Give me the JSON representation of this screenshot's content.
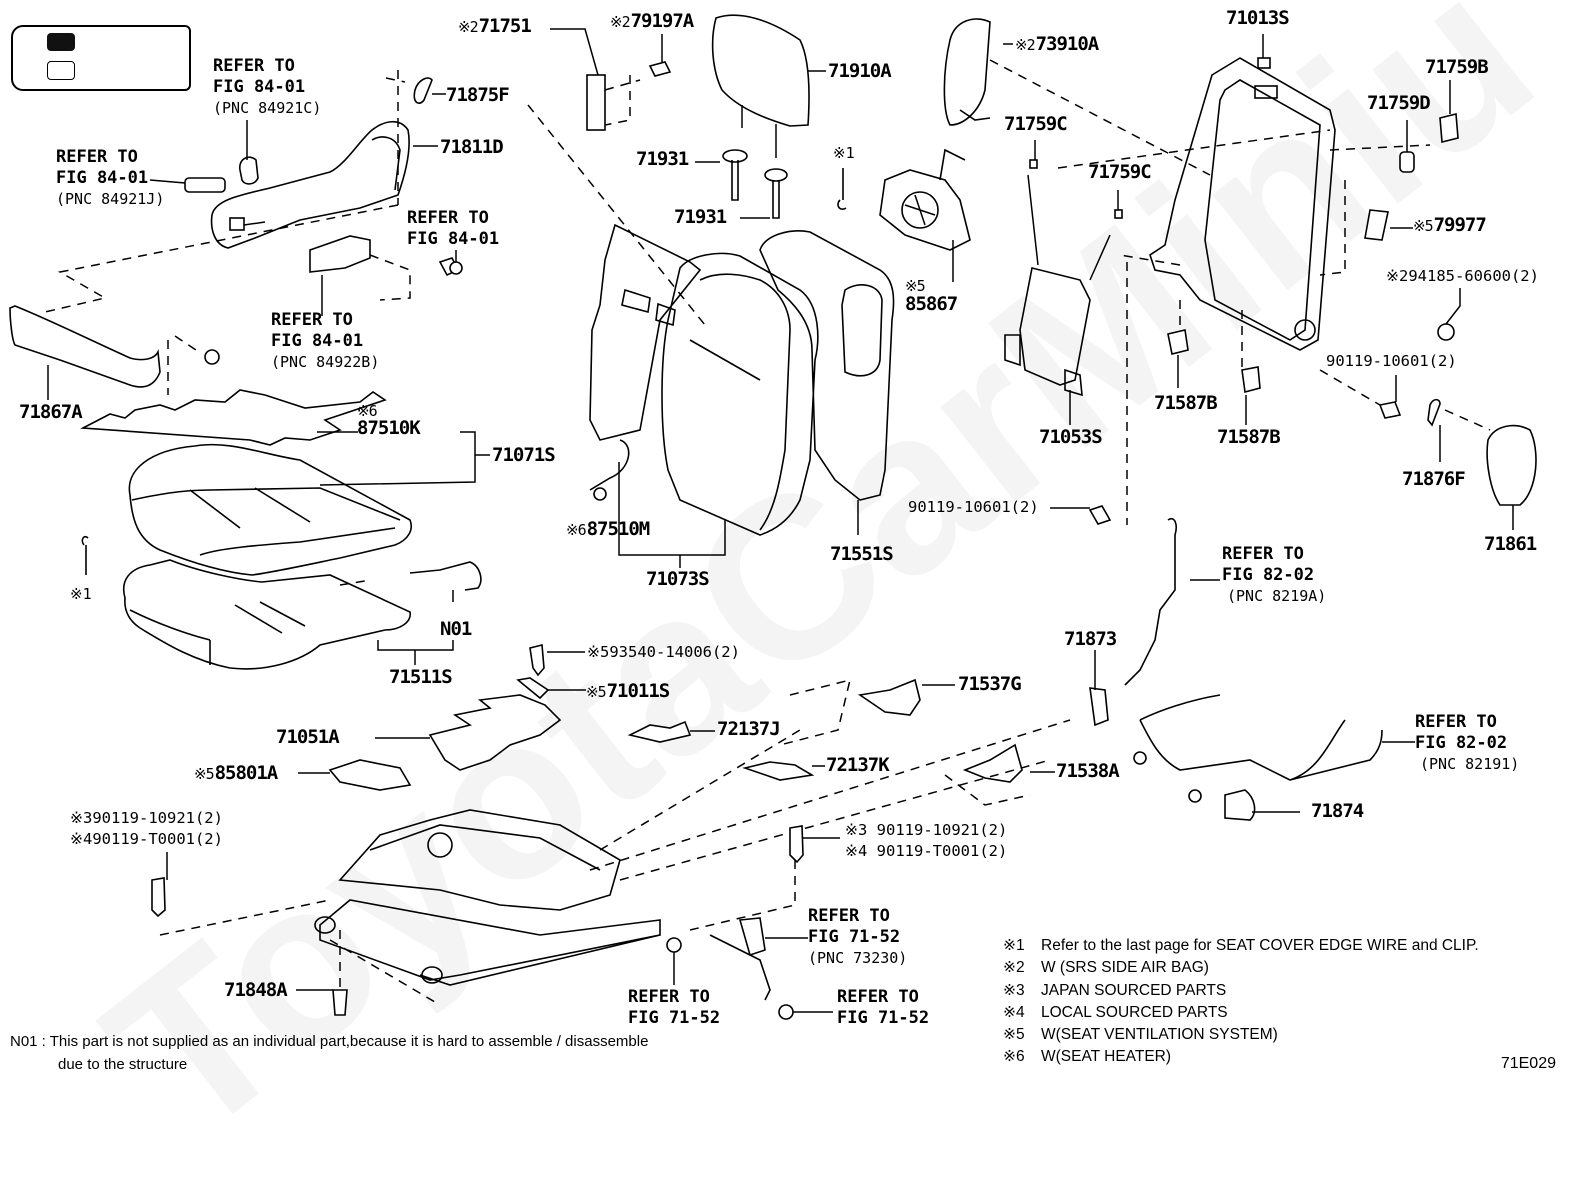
{
  "figure": {
    "code": "71E029",
    "watermark": "ToyotaCarMiniu",
    "legend_box": {
      "filled_key": "filled",
      "empty_key": "empty"
    }
  },
  "parts": {
    "p71751": {
      "mark": "※2",
      "code": "71751"
    },
    "p79197A": {
      "mark": "※2",
      "code": "79197A"
    },
    "p71910A": {
      "code": "71910A"
    },
    "p73910A": {
      "mark": "※2",
      "code": "73910A"
    },
    "p71013S": {
      "code": "71013S"
    },
    "p71759B": {
      "code": "71759B"
    },
    "p71759D": {
      "code": "71759D"
    },
    "p71875F": {
      "code": "71875F"
    },
    "p71811D": {
      "code": "71811D"
    },
    "p71931a": {
      "code": "71931"
    },
    "p71931b": {
      "code": "71931"
    },
    "p71759C_a": {
      "code": "71759C"
    },
    "p71759C_b": {
      "code": "71759C"
    },
    "p_mark1_top": {
      "mark": "※1"
    },
    "p85867": {
      "mark": "※5",
      "code": "85867"
    },
    "p79977": {
      "mark": "※5",
      "code": "79977"
    },
    "p94185": {
      "mark": "※2",
      "code": "94185-60600(2)"
    },
    "p90119_10601_a": {
      "code": "90119-10601(2)"
    },
    "p90119_10601_b": {
      "code": "90119-10601(2)"
    },
    "p71587B_a": {
      "code": "71587B"
    },
    "p71587B_b": {
      "code": "71587B"
    },
    "p71053S": {
      "code": "71053S"
    },
    "p71876F": {
      "code": "71876F"
    },
    "p71861": {
      "code": "71861"
    },
    "p71867A": {
      "code": "71867A"
    },
    "p87510K": {
      "mark": "※6",
      "code": "87510K"
    },
    "p71071S": {
      "code": "71071S"
    },
    "p87510M": {
      "mark": "※6",
      "code": "87510M"
    },
    "p71073S": {
      "code": "71073S"
    },
    "p71551S": {
      "code": "71551S"
    },
    "p_mark1_left": {
      "mark": "※1"
    },
    "pN01": {
      "code": "N01"
    },
    "p71511S": {
      "code": "71511S"
    },
    "p93540": {
      "mark": "※5",
      "code": "93540-14006(2)"
    },
    "p71011S": {
      "mark": "※5",
      "code": "71011S"
    },
    "p71051A": {
      "code": "71051A"
    },
    "p72137J": {
      "code": "72137J"
    },
    "p72137K": {
      "code": "72137K"
    },
    "p85801A": {
      "mark": "※5",
      "code": "85801A"
    },
    "p71537G": {
      "code": "71537G"
    },
    "p71538A": {
      "code": "71538A"
    },
    "p71873": {
      "code": "71873"
    },
    "p71874": {
      "code": "71874"
    },
    "p_bolt_left": {
      "line1_mark": "※3",
      "line1": "90119-10921(2)",
      "line2_mark": "※4",
      "line2": "90119-T0001(2)"
    },
    "p_bolt_right": {
      "line1_mark": "※3",
      "line1": "90119-10921(2)",
      "line2_mark": "※4",
      "line2": "90119-T0001(2)"
    },
    "p71848A": {
      "code": "71848A"
    }
  },
  "references": {
    "r84921C": {
      "line1": "REFER TO",
      "line2": "FIG 84-01",
      "line3": "(PNC 84921C)"
    },
    "r84921J": {
      "line1": "REFER TO",
      "line2": "FIG 84-01",
      "line3": "(PNC 84921J)"
    },
    "r8401": {
      "line1": "REFER TO",
      "line2": "FIG 84-01"
    },
    "r84922B": {
      "line1": "REFER TO",
      "line2": "FIG 84-01",
      "line3": "(PNC 84922B)"
    },
    "r8219A": {
      "line1": "REFER TO",
      "line2": "FIG 82-02",
      "line3": "(PNC 8219A)"
    },
    "r82191": {
      "line1": "REFER TO",
      "line2": "FIG 82-02",
      "line3": "(PNC 82191)"
    },
    "r73230": {
      "line1": "REFER TO",
      "line2": "FIG 71-52",
      "line3": "(PNC 73230)"
    },
    "r7152a": {
      "line1": "REFER TO",
      "line2": "FIG 71-52"
    },
    "r7152b": {
      "line1": "REFER TO",
      "line2": "FIG 71-52"
    }
  },
  "notes": [
    {
      "key": "※1",
      "text": "Refer to the last page for SEAT COVER EDGE WIRE and CLIP."
    },
    {
      "key": "※2",
      "text": "W (SRS SIDE AIR BAG)"
    },
    {
      "key": "※3",
      "text": "JAPAN SOURCED PARTS"
    },
    {
      "key": "※4",
      "text": "LOCAL SOURCED PARTS"
    },
    {
      "key": "※5",
      "text": "W(SEAT VENTILATION SYSTEM)"
    },
    {
      "key": "※6",
      "text": "W(SEAT HEATER)"
    }
  ],
  "footnote": {
    "key": "N01 :",
    "line1": "This part is not supplied as an individual part,because it is hard to assemble / disassemble",
    "line2": "due to the structure"
  }
}
